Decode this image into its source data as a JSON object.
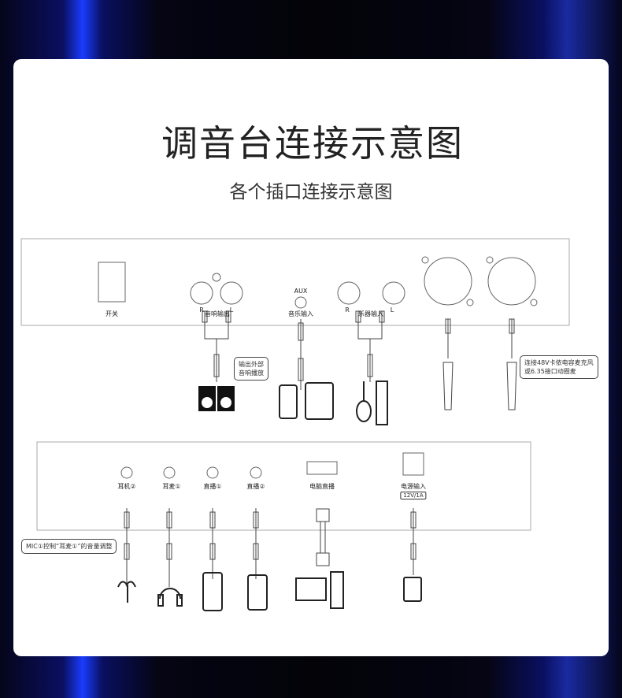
{
  "title": "调音台连接示意图",
  "subtitle": "各个插口连接示意图",
  "top_panel": {
    "switch": "开关",
    "speaker_out": {
      "r": "R",
      "label": "音响输出",
      "l": "L"
    },
    "aux": {
      "top": "AUX",
      "label": "音乐输入"
    },
    "instrument_in": {
      "r": "R",
      "label": "乐器输入",
      "l": "L"
    },
    "note_speaker": [
      "输出外部",
      "音响播放"
    ],
    "note_mic": [
      "连接48V卡侬电容麦克风",
      "或6.35接口动圈麦"
    ]
  },
  "bottom_panel": {
    "ports": [
      "耳机②",
      "耳麦①",
      "直播①",
      "直播②",
      "电脑直播",
      "电源输入"
    ],
    "power_spec": "12V/1A",
    "note": "MIC①控制“耳麦①”的音量调整"
  }
}
